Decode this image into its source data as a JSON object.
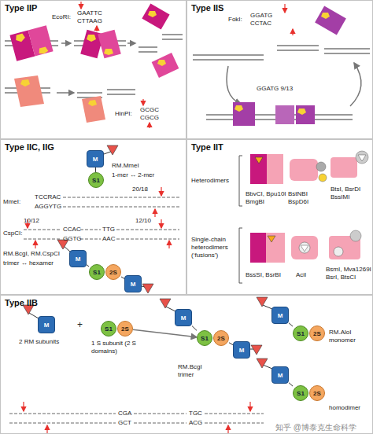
{
  "diagram": {
    "nodes": [
      {
        "text": [
          "Type IIP"
        ]
      },
      {
        "text": [
          "Type IIS"
        ]
      },
      {
        "text": [
          "Type IIC, IIG"
        ]
      },
      {
        "text": [
          "M"
        ],
        "in": 2
      },
      {
        "text": [
          "S1"
        ],
        "in": 2
      },
      {
        "text": [
          "M"
        ],
        "in": 2
      },
      {
        "text": [
          "S1"
        ],
        "in": 2
      },
      {
        "text": [
          "2S"
        ],
        "in": 2
      },
      {
        "text": [
          "M"
        ],
        "in": 2
      },
      {
        "text": [
          "Type IIT"
        ]
      },
      {
        "text": [
          "Type IIB"
        ]
      },
      {
        "text": [
          "M"
        ],
        "in": 10
      },
      {
        "text": [
          "S1"
        ],
        "in": 10
      },
      {
        "text": [
          "2S"
        ],
        "in": 10
      },
      {
        "text": [
          "M"
        ],
        "in": 10
      },
      {
        "text": [
          "S1"
        ],
        "in": 10
      },
      {
        "text": [
          "2S"
        ],
        "in": 10
      },
      {
        "text": [
          "M"
        ],
        "in": 10
      },
      {
        "text": [
          "M"
        ],
        "in": 10
      },
      {
        "text": [
          "S1"
        ],
        "in": 10
      },
      {
        "text": [
          "2S"
        ],
        "in": 10
      },
      {
        "text": [
          "M"
        ],
        "in": 10
      },
      {
        "text": [
          "S1"
        ],
        "in": 10
      },
      {
        "text": [
          "2S"
        ],
        "in": 10
      }
    ],
    "edges": [
      {
        "from": 3,
        "to": 4,
        "arrow": "none"
      },
      {
        "from": 5,
        "to": 6,
        "arrow": "none"
      },
      {
        "from": 7,
        "to": 8,
        "arrow": "none"
      },
      {
        "from": 13,
        "to": 15,
        "arrow": "to"
      },
      {
        "from": 14,
        "to": 15,
        "arrow": "none"
      },
      {
        "from": 16,
        "to": 17,
        "arrow": "none"
      },
      {
        "from": 18,
        "to": 19,
        "arrow": "none"
      },
      {
        "from": 21,
        "to": 22,
        "arrow": "none"
      }
    ],
    "labels": [
      "EcoRI:",
      "GAATTC",
      "CTTAAG",
      "HinPI:",
      "GCGC",
      "CGCG",
      "FokI:",
      "GGATG",
      "CCTAC",
      "GGATG 9/13",
      "RM.MmeI",
      "1-mer ↔ 2-mer",
      "20/18",
      "MmeI:",
      "TCCRAC",
      "AGGYTG",
      "10/12",
      "12/10",
      "CspCI:",
      "CCAC",
      "TTG",
      "GGTG",
      "AAC",
      "RM.BcgI, RM.CspCI",
      "trimer ↔ hexamer",
      "Heterodimers",
      "BbvCI, Bpu10I BmgBI",
      "BstNBI BspD6I",
      "BtsI, BsrDI BssIMI",
      "Single-chain heterodimers (‘fusions’)",
      "BssSI, BsrBI",
      "AciI",
      "BsmI, Mva1269I BsrI, BtsCI",
      "2 RM subunits",
      "+",
      "1 S subunit (2 S domains)",
      "RM.BcgI trimer",
      "RM.AloI monomer",
      "homodimer",
      "CGA",
      "TGC",
      "GCT",
      "ACG",
      "知乎 @博泰克生命科学"
    ]
  }
}
